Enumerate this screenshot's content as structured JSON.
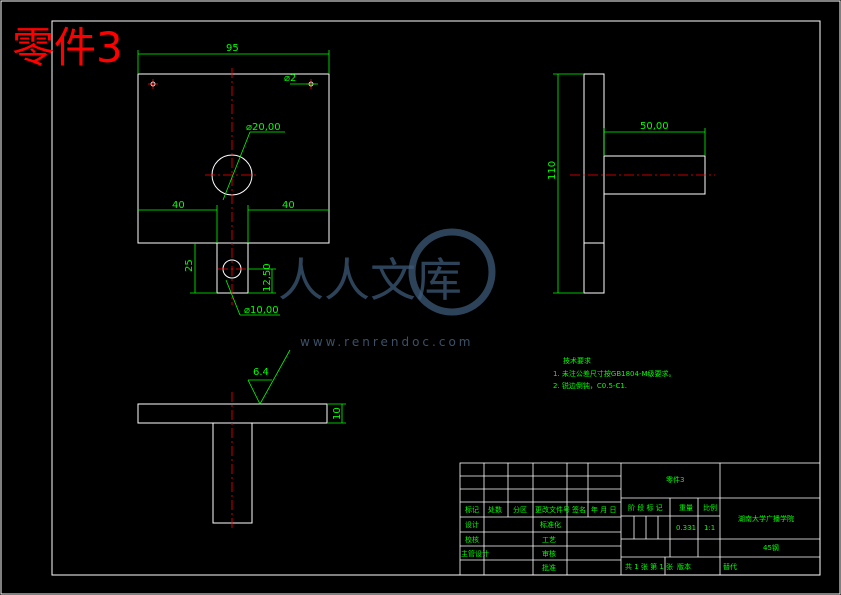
{
  "title": "零件3",
  "dimensions": {
    "width_95": "95",
    "hole_small": "⌀2",
    "hole_big": "⌀20,00",
    "left_40": "40",
    "right_40": "40",
    "height_25": "25",
    "width_12": "12,50",
    "hole_10": "⌀10,00",
    "side_height": "110",
    "side_50": "50,00",
    "thickness_10": "10",
    "roughness": "6.4"
  },
  "notes": {
    "heading": "技术要求",
    "line1": "1. 未注公差尺寸按GB1804-M级要求。",
    "line2": "2. 锐边倒钝，C0.5-C1."
  },
  "title_block": {
    "part_name": "零件3",
    "row_headers": [
      "标记",
      "处数",
      "分区",
      "更改文件号",
      "签名",
      "年 月 日"
    ],
    "design": "设计",
    "standardize": "标准化",
    "check": "校核",
    "process": "工艺",
    "chief": "主管设计",
    "review": "审核",
    "approve": "批准",
    "stage_label": "阶 段 标 记",
    "weight_label": "重量",
    "scale_label": "比例",
    "weight": "0.331",
    "scale": "1:1",
    "school": "湖南大学广播学院",
    "material": "45钢",
    "sheets": "共 1 张 第 1 张",
    "version": "版本",
    "replace": "替代"
  },
  "watermark": {
    "text": "人人文库",
    "url": "www.renrendoc.com"
  }
}
